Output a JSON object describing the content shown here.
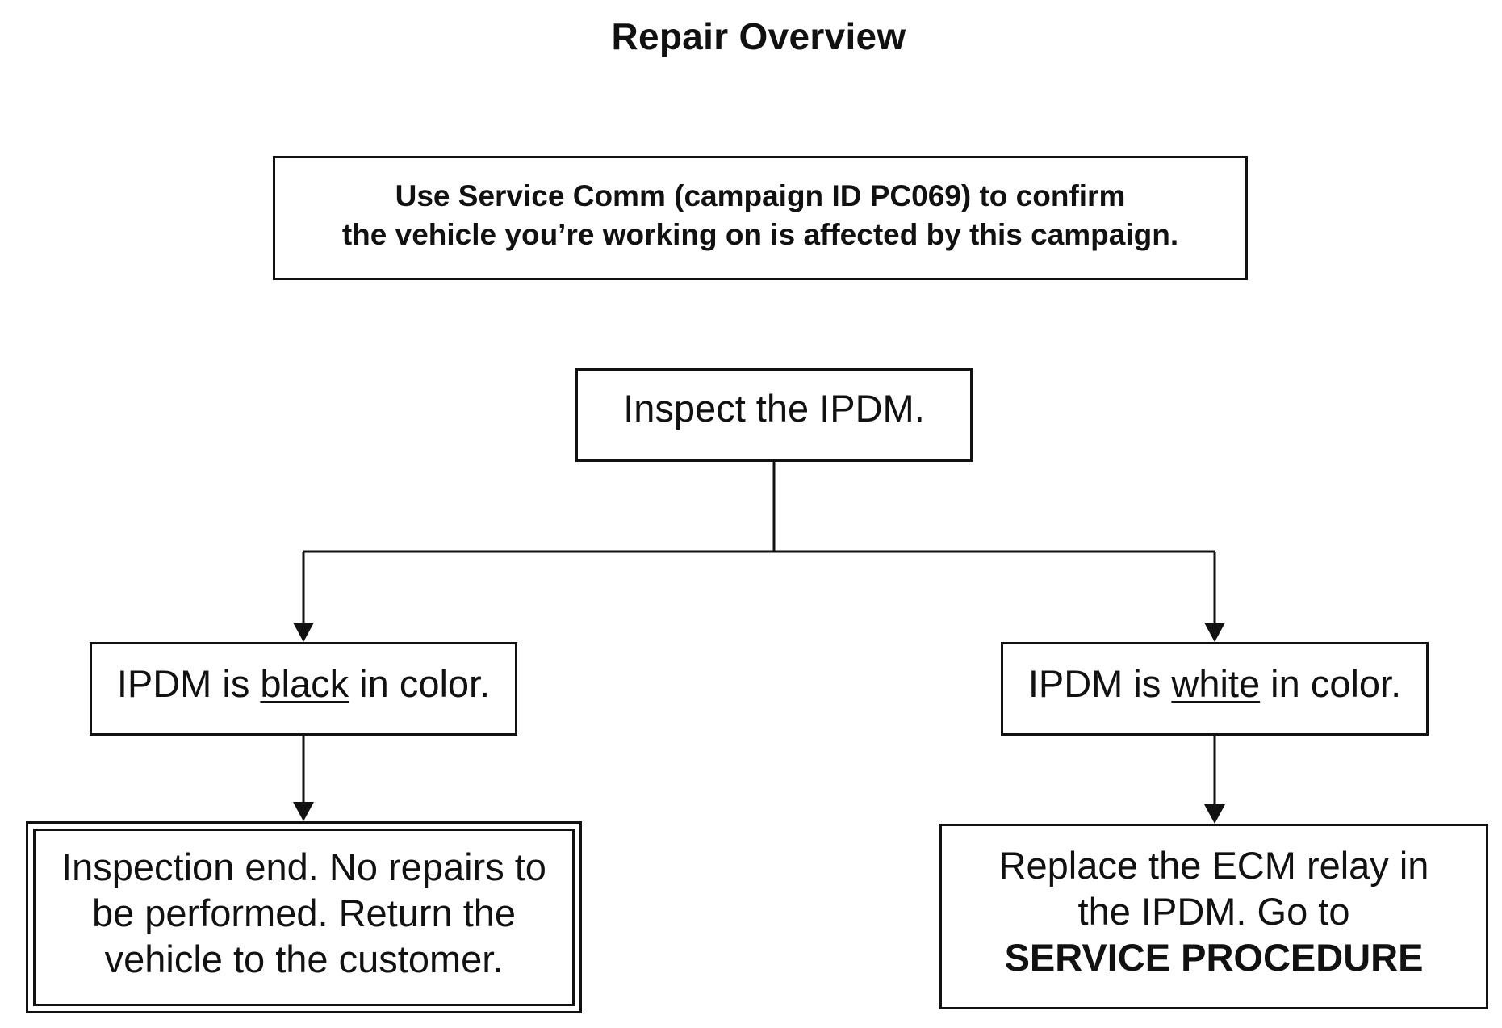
{
  "title": "Repair Overview",
  "nodes": {
    "confirm": {
      "line1": "Use Service Comm (campaign ID PC069) to confirm",
      "line2": "the vehicle you’re working on is affected by this campaign."
    },
    "inspect": {
      "text": "Inspect the IPDM."
    },
    "black": {
      "prefix": "IPDM is ",
      "emphasis": "black",
      "suffix": " in color."
    },
    "white": {
      "prefix": "IPDM is ",
      "emphasis": "white",
      "suffix": " in color."
    },
    "end": {
      "text": "Inspection end. No repairs to be performed. Return the vehicle to the customer."
    },
    "replace": {
      "text": "Replace the ECM relay in the IPDM. Go to ",
      "link": "SERVICE PROCEDURE"
    }
  },
  "edges": [
    {
      "from": "inspect",
      "to": "black"
    },
    {
      "from": "inspect",
      "to": "white"
    },
    {
      "from": "black",
      "to": "end"
    },
    {
      "from": "white",
      "to": "replace"
    }
  ]
}
